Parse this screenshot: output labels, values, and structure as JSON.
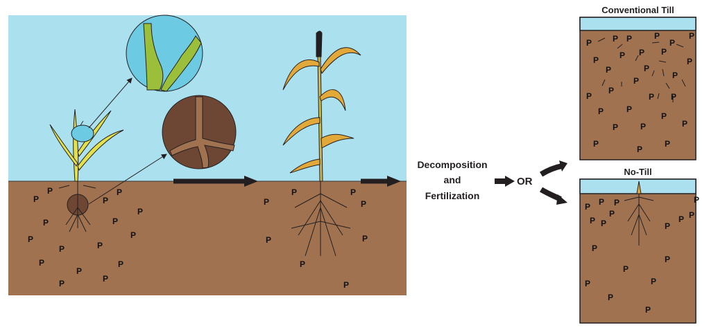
{
  "labels": {
    "process_line1": "Decomposition",
    "process_line2": "and",
    "process_line3": "Fertilization",
    "or": "OR",
    "conventional_till": "Conventional Till",
    "no_till": "No-Till"
  },
  "marker_label": "P",
  "colors": {
    "sky": "#abe1ef",
    "soil": "#a07250",
    "dark_soil": "#6e4634",
    "leaf": "#d8d94a",
    "stem_green": "#9bbf3a",
    "zoom_sky": "#6ccbe3",
    "ink": "#231f20"
  }
}
